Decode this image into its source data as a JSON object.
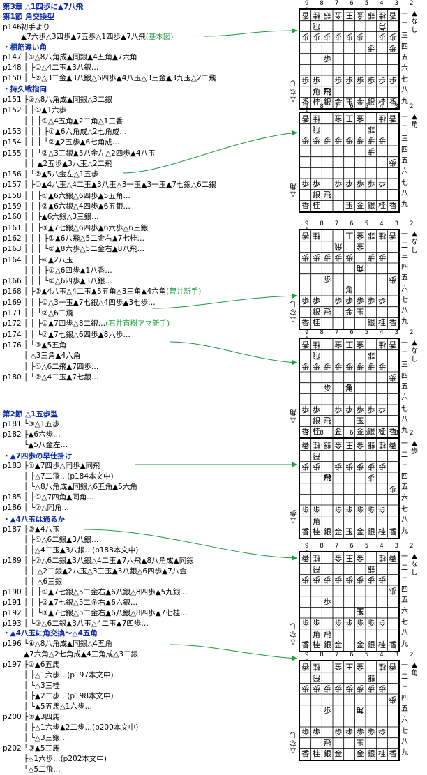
{
  "chapter_title": "第3章 △1四歩に▲7八飛",
  "section1": {
    "title": "第1節 角交換型",
    "p146": {
      "page": "p146",
      "text": "初手より"
    },
    "moves_base": "▲7六歩△3四歩▲7五歩△1四歩▲7八飛",
    "base_label": "(基本図)",
    "sub1": "・相筋違い角",
    "lines1": [
      {
        "page": "p147",
        "text": "├①△8八角成▲同銀▲4五角▲7六角"
      },
      {
        "page": "p148",
        "text": "│ ├①△4二玉▲3八銀…"
      },
      {
        "page": "p150",
        "text": "│ └②△3二金▲3八銀△6四歩▲4八玉△3三金▲3九玉△2二飛"
      }
    ],
    "sub2": "・持久戦指向",
    "lines2": [
      {
        "page": "p151",
        "text": "├②△8八角成▲同銀△3二銀"
      },
      {
        "page": "p152",
        "text": "│ ├①▲1六歩"
      },
      {
        "page": "",
        "text": "│ │ ├①△4五角▲2二角△1三香"
      },
      {
        "page": "p153",
        "text": "│ │ │ ├①▲6六角成△2七角成…"
      },
      {
        "page": "p154",
        "text": "│ │ │ └②▲2五歩▲6七角成…"
      },
      {
        "page": "p155",
        "text": "│ │ └②△3三銀▲5八金左△2四歩▲4八玉"
      },
      {
        "page": "",
        "text": "│ │      ▲2五歩▲3八玉△2二飛"
      },
      {
        "page": "p156",
        "text": "│ └②▲5八金左△1五歩"
      },
      {
        "page": "p157",
        "text": "│   ├①▲4八玉△4二玉▲3八玉△3一玉▲3一玉▲7七銀△6二銀"
      },
      {
        "page": "p158",
        "text": "│   │ ├①▲6六銀△6四歩▲5五角…"
      },
      {
        "page": "p159",
        "text": "│   │ ├②▲6六銀△4四歩▲6五銀…"
      },
      {
        "page": "p160",
        "text": "│   │ ├▲6六銀△3三銀…"
      },
      {
        "page": "p161",
        "text": "│   │ ├③▲7七銀△6四歩▲6六歩△6三銀"
      },
      {
        "page": "p162",
        "text": "│   │ │ ├①▲6八飛△5二金右▲7七桂…"
      },
      {
        "page": "p163",
        "text": "│   │ │ └②▲8六歩△5二金右▲8八飛…"
      },
      {
        "page": "p164",
        "text": "│   │ ├④▲2八玉"
      },
      {
        "page": "",
        "text": "│   │ │ ├①△6四歩▲1八香…"
      },
      {
        "page": "p166",
        "text": "│   │ │ └②△6四歩▲3八銀…"
      },
      {
        "page": "p168",
        "text": "│   ├②▲4八玉△4二玉▲5五角△3三角▲4六角"
      },
      {
        "page": "p169",
        "text": "│   │ ├①△3一玉▲7七銀△4四歩▲3七歩…"
      },
      {
        "page": "p171",
        "text": "│   │ └②△6二飛"
      },
      {
        "page": "p172",
        "text": "│   │   ├①▲7四歩△8二銀…"
      },
      {
        "page": "p174",
        "text": "│   │   └②▲7七銀△6四歩▲8六歩…"
      },
      {
        "page": "p176",
        "text": "│   └③▲5五角"
      },
      {
        "page": "",
        "text": "│     △3三角▲4六角"
      },
      {
        "page": "",
        "text": "│     ├①△6二飛▲7四歩…"
      },
      {
        "page": "p180",
        "text": "│     └②△4二玉▲7七銀…"
      }
    ],
    "p171_label": "(菅井新手)",
    "p176_label": "(石井直樹アマ新手)"
  },
  "section2": {
    "title": "第2節 △1五歩型",
    "lines1": [
      {
        "page": "p181",
        "text": "└③△1五歩"
      },
      {
        "page": "p182",
        "text": "   ├▲6六歩…"
      },
      {
        "page": "",
        "text": "   └▲5八金左…"
      }
    ],
    "sub1": "・▲7四歩の早仕掛け",
    "lines2": [
      {
        "page": "p183",
        "text": "   ├①▲7四歩△同歩▲同飛"
      },
      {
        "page": "",
        "text": "   │ ├△7二飛…(p184本文中)"
      },
      {
        "page": "",
        "text": "   │ └△8八角成▲同銀△6五角▲5六角"
      },
      {
        "page": "p185",
        "text": "   │   ├①△7四角▲同角…"
      },
      {
        "page": "p186",
        "text": "   │   └②△同角…"
      }
    ],
    "sub2": "・▲4八玉は通るか",
    "lines3": [
      {
        "page": "p187",
        "text": "   ├②▲4八玉"
      },
      {
        "page": "",
        "text": "   │ ├①△6二銀▲3八銀…"
      },
      {
        "page": "",
        "text": "   │ ├△4二玉▲3八銀…(p188本文中)"
      },
      {
        "page": "p189",
        "text": "   │ ├②△6二銀▲3八銀△4二玉▲7六飛▲8八角成▲同銀"
      },
      {
        "page": "",
        "text": "   │ │  △2二銀▲2八玉△3三玉▲3八銀△6四歩▲7八金"
      },
      {
        "page": "",
        "text": "   │ │  △6三銀"
      },
      {
        "page": "p190",
        "text": "   │ │ ├①▲7七銀△5二金右▲6八銀△8四歩▲5九銀…"
      },
      {
        "page": "p191",
        "text": "   │ │ ├②▲7七銀△5二金右▲6六銀…"
      },
      {
        "page": "p192",
        "text": "   │ │ └③▲7七銀△5二金右▲6八銀△8四歩▲7七桂…"
      },
      {
        "page": "p193",
        "text": "   │ └③△6二銀▲3八玉△4二玉▲7四歩…"
      }
    ],
    "sub3": "・▲4八玉に角交換～△4五角",
    "lines4": [
      {
        "page": "p196",
        "text": "   └④△8八角成▲同銀△4五角"
      },
      {
        "page": "",
        "text": "     ▲7六角△2七角成▲4三角成△3二銀"
      },
      {
        "page": "p197",
        "text": "     ├①▲6五馬"
      },
      {
        "page": "",
        "text": "     │ ├△1六歩…(p197本文中)"
      },
      {
        "page": "",
        "text": "     │ └△3三桂"
      },
      {
        "page": "",
        "text": "     │   ├▲2二歩…(p198本文中)"
      },
      {
        "page": "",
        "text": "     │   └▲5五馬△1六歩…"
      },
      {
        "page": "p200",
        "text": "     ├②▲3四馬"
      },
      {
        "page": "",
        "text": "     │ ├△1六歩▲2二歩…(p200本文中)"
      },
      {
        "page": "",
        "text": "     │ └△3三銀…"
      },
      {
        "page": "p202",
        "text": "     └③▲5三馬"
      },
      {
        "page": "",
        "text": "       ├△1六歩…(p202本文中)"
      },
      {
        "page": "",
        "text": "       └△5二飛…"
      }
    ]
  },
  "boards": [
    {
      "hand_top": "▲なし",
      "hand_bottom": "△なし"
    },
    {
      "hand_top": "▲角",
      "hand_bottom": "△角"
    },
    {
      "hand_top": "▲なし",
      "hand_bottom": "△なし"
    },
    {
      "hand_top": "▲なし",
      "hand_bottom": "△角"
    },
    {
      "hand_top": "▲歩",
      "hand_bottom": "△歩"
    },
    {
      "hand_top": "▲なし",
      "hand_bottom": "△なし"
    },
    {
      "hand_top": "▲角",
      "hand_bottom": "△なし"
    }
  ],
  "file_labels": "9 8 7 6 5 4 3 2 1",
  "rank_labels": [
    "一",
    "二",
    "三",
    "四",
    "五",
    "六",
    "七",
    "八",
    "九"
  ],
  "colors": {
    "heading": "#0b29a8",
    "label": "#1e9a3c",
    "arrow": "#1e9a3c"
  }
}
